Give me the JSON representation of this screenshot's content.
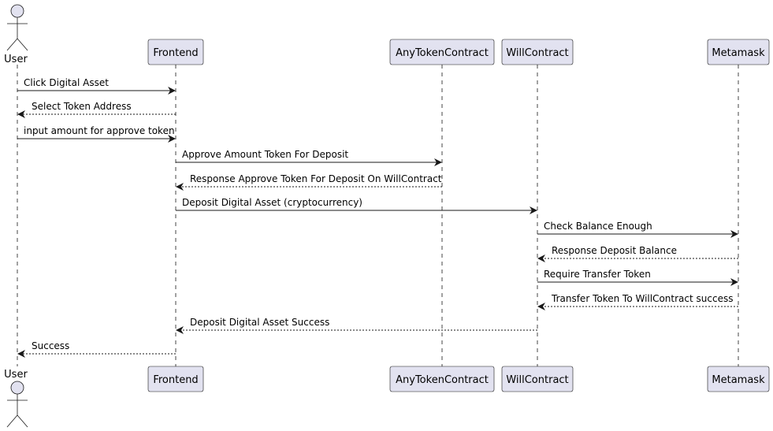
{
  "participants": [
    {
      "id": "user",
      "label": "User",
      "kind": "actor"
    },
    {
      "id": "frontend",
      "label": "Frontend",
      "kind": "participant"
    },
    {
      "id": "anytoken",
      "label": "AnyTokenContract",
      "kind": "participant"
    },
    {
      "id": "will",
      "label": "WillContract",
      "kind": "participant"
    },
    {
      "id": "metamask",
      "label": "Metamask",
      "kind": "participant"
    }
  ],
  "messages": [
    {
      "from": "user",
      "to": "frontend",
      "label": "Click Digital Asset",
      "style": "solid"
    },
    {
      "from": "frontend",
      "to": "user",
      "label": "Select Token Address",
      "style": "dashed"
    },
    {
      "from": "user",
      "to": "frontend",
      "label": "input amount for approve token",
      "style": "solid"
    },
    {
      "from": "frontend",
      "to": "anytoken",
      "label": "Approve Amount Token For Deposit",
      "style": "solid"
    },
    {
      "from": "anytoken",
      "to": "frontend",
      "label": "Response Approve Token For Deposit On WillContract",
      "style": "dashed"
    },
    {
      "from": "frontend",
      "to": "will",
      "label": "Deposit Digital Asset (cryptocurrency)",
      "style": "solid"
    },
    {
      "from": "will",
      "to": "metamask",
      "label": "Check Balance Enough",
      "style": "solid"
    },
    {
      "from": "metamask",
      "to": "will",
      "label": "Response Deposit Balance",
      "style": "dashed"
    },
    {
      "from": "will",
      "to": "metamask",
      "label": "Require Transfer Token",
      "style": "solid"
    },
    {
      "from": "metamask",
      "to": "will",
      "label": "Transfer Token To WillContract success",
      "style": "dashed"
    },
    {
      "from": "will",
      "to": "frontend",
      "label": "Deposit Digital Asset Success",
      "style": "dashed"
    },
    {
      "from": "frontend",
      "to": "user",
      "label": "Success",
      "style": "dashed"
    }
  ],
  "colors": {
    "box_fill": "#e2e2f0",
    "box_stroke": "#181818",
    "lifeline": "#181818",
    "arrow": "#181818"
  }
}
